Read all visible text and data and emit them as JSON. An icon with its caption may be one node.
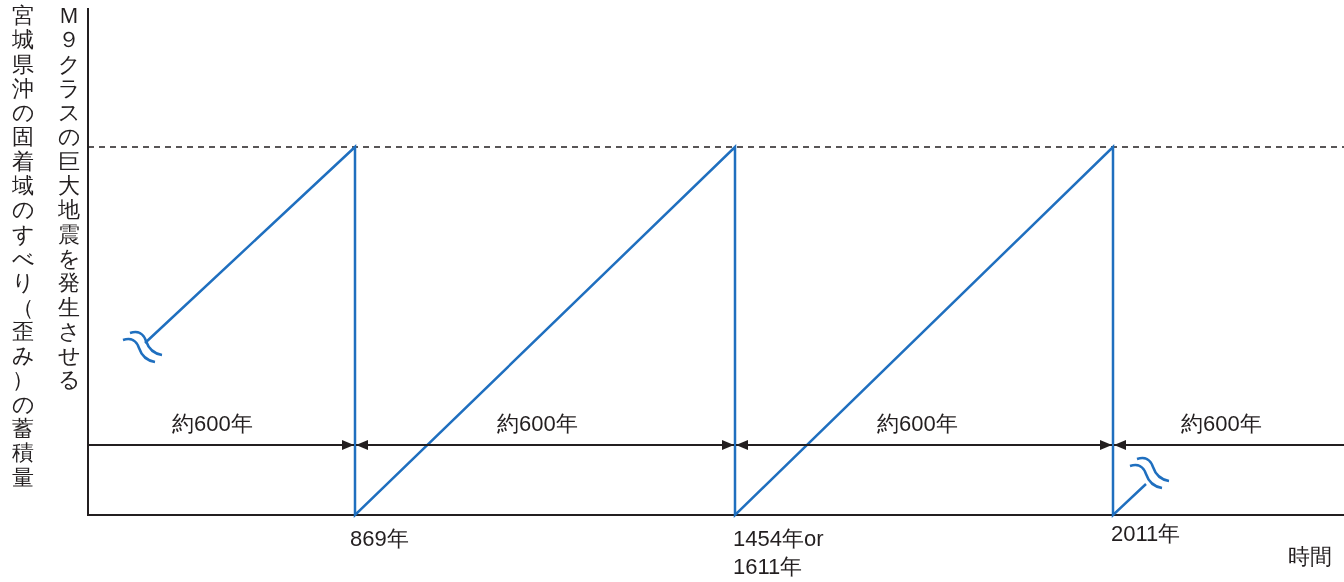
{
  "diagram": {
    "labels": [
      "宮城県沖の固着域のすべり（歪み）の蓄積量",
      "Ｍ９クラスの巨大地震を発生させる",
      "約600年",
      "約600年",
      "約600年",
      "約600年",
      "869年",
      "1454年or 1611年",
      "2011年",
      "時間"
    ]
  }
}
